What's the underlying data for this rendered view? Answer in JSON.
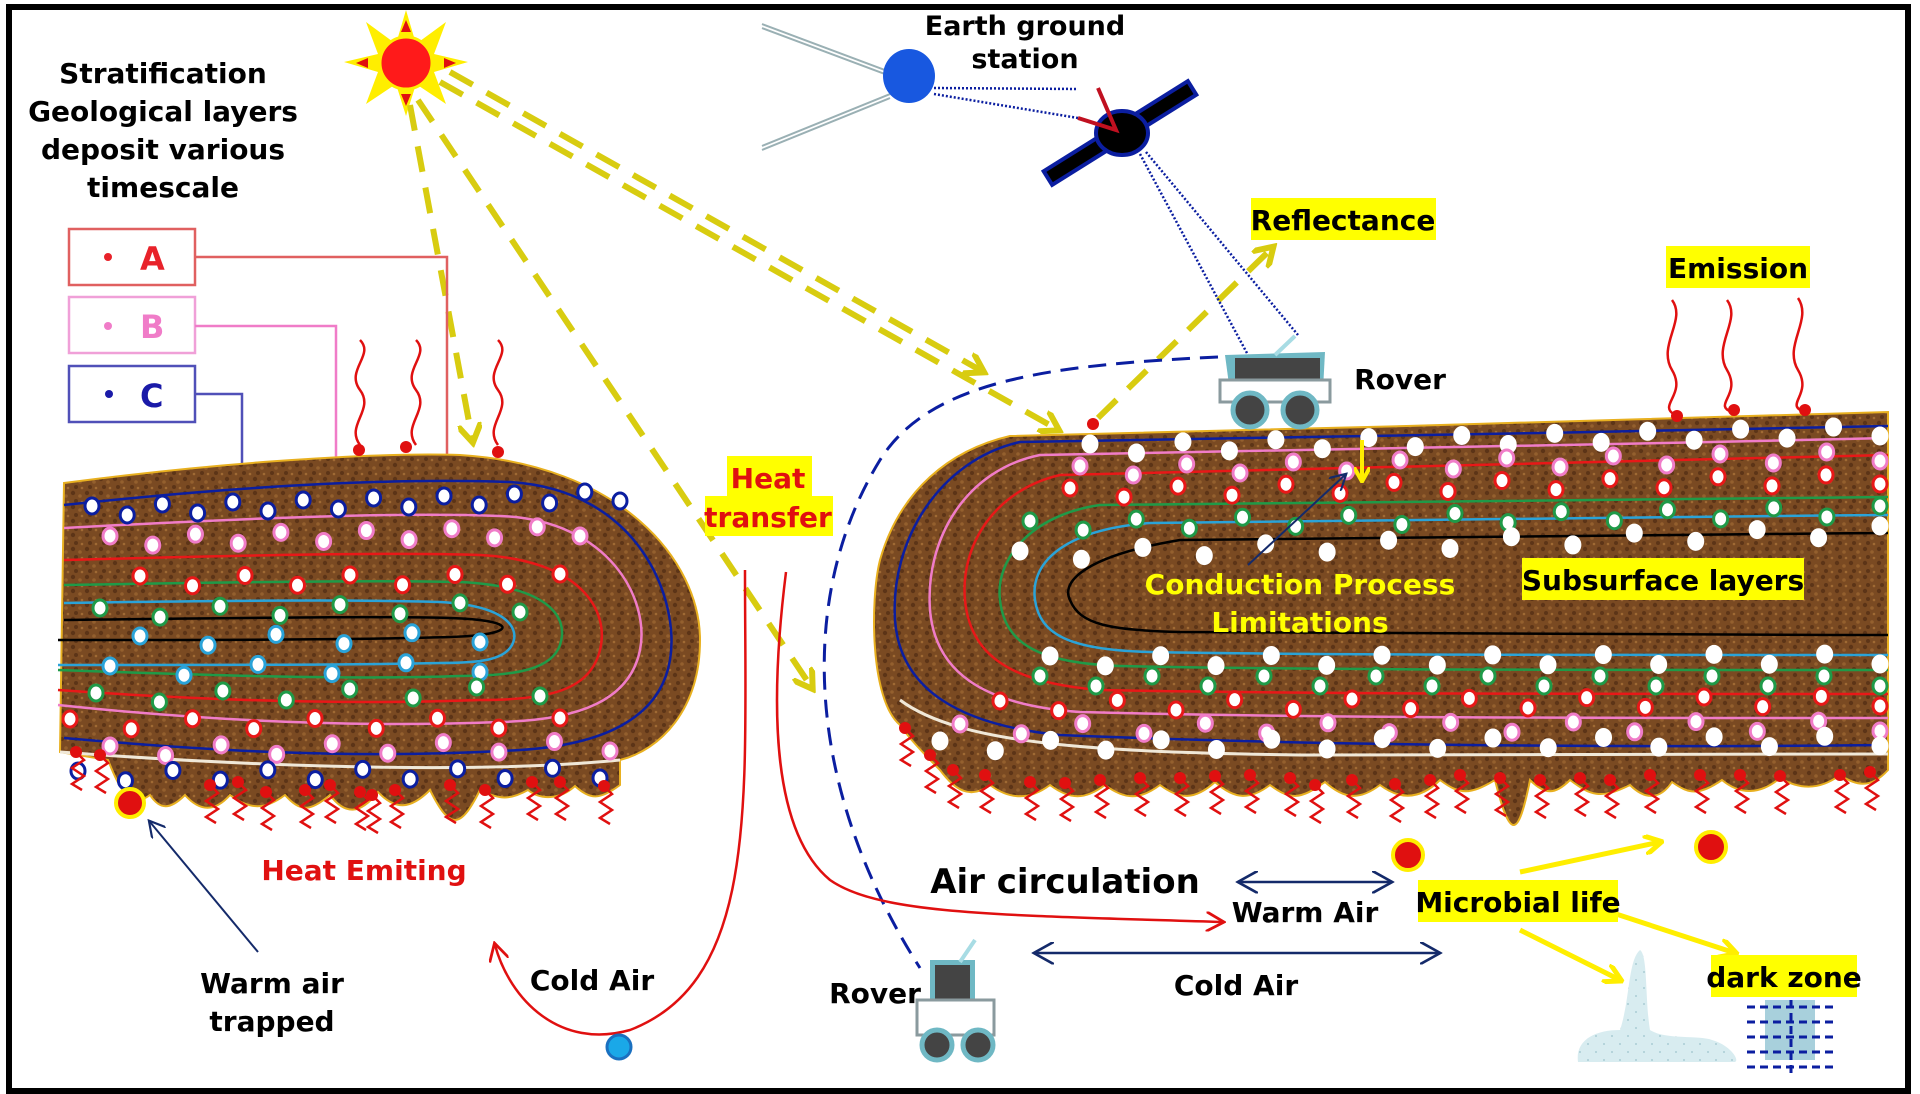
{
  "title_block": [
    "Stratification",
    "Geological layers",
    "deposit various",
    "timescale"
  ],
  "legend": [
    {
      "key": "A",
      "color": "#e8222a",
      "box_color": "#e06060"
    },
    {
      "key": "B",
      "color": "#f07cc8",
      "box_color": "#f0a0d8"
    },
    {
      "key": "C",
      "color": "#1a1aa8",
      "box_color": "#5050b8"
    }
  ],
  "labels": {
    "earth_station_line1": "Earth ground",
    "earth_station_line2": "station",
    "reflectance": "Reflectance",
    "emission": "Emission",
    "rover_top": "Rover",
    "rover_bottom": "Rover",
    "heat_transfer_line1": "Heat",
    "heat_transfer_line2": "transfer",
    "conduction_line1": "Conduction Process",
    "conduction_line2": "Limitations",
    "subsurface": "Subsurface layers",
    "heat_emiting": "Heat Emiting",
    "warm_air_trapped_line1": "Warm air",
    "warm_air_trapped_line2": "trapped",
    "cold_air_left": "Cold Air",
    "air_circulation": "Air circulation",
    "warm_air": "Warm Air",
    "cold_air_right": "Cold Air",
    "microbial_life": "Microbial life",
    "dark_zone": "dark zone"
  },
  "colors": {
    "soil": "#7a4a22",
    "soil_dark": "#5c3417",
    "highlight": "#ffff00",
    "sun_core": "#ff1a1a",
    "sun_rays": "#ffee00",
    "sunbeam": "#d8cc10",
    "heat": "#e01010",
    "layer_blue": "#0b1ea0",
    "layer_pink": "#f07cc8",
    "layer_red": "#e81818",
    "layer_green": "#1f9a48",
    "layer_cyan": "#2aa3d8",
    "layer_black": "#000000",
    "navy": "#142a6a",
    "rover": "#6fb8c4"
  }
}
